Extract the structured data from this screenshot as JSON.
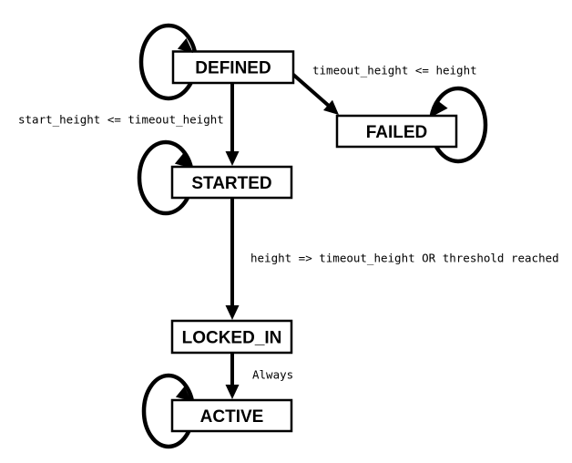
{
  "diagram": {
    "type": "state-machine",
    "background_color": "#ffffff",
    "ink_color": "#000000"
  },
  "states": [
    {
      "id": "defined",
      "label": "DEFINED",
      "has_self_loop": true
    },
    {
      "id": "failed",
      "label": "FAILED",
      "has_self_loop": true
    },
    {
      "id": "started",
      "label": "STARTED",
      "has_self_loop": true
    },
    {
      "id": "locked_in",
      "label": "LOCKED_IN",
      "has_self_loop": false
    },
    {
      "id": "active",
      "label": "ACTIVE",
      "has_self_loop": true
    }
  ],
  "transitions": [
    {
      "from": "DEFINED",
      "to": "FAILED",
      "label": "timeout_height <= height"
    },
    {
      "from": "DEFINED",
      "to": "STARTED",
      "label": "start_height <= timeout_height"
    },
    {
      "from": "STARTED",
      "to": "LOCKED_IN",
      "label": "height => timeout_height OR threshold reached"
    },
    {
      "from": "LOCKED_IN",
      "to": "ACTIVE",
      "label": "Always"
    }
  ]
}
